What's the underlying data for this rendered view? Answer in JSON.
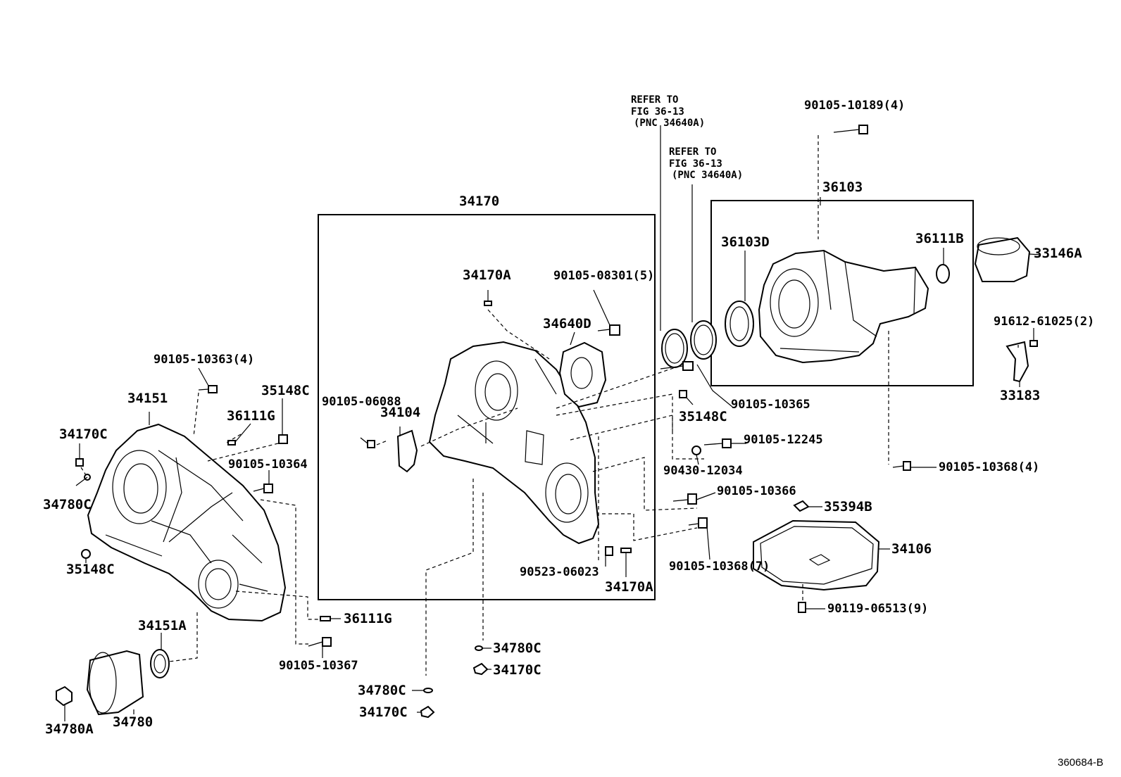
{
  "diagram": {
    "figure_code": "360684-B",
    "refer_note": {
      "line1": "REFER TO",
      "line2": "FIG 36-13",
      "line3": "(PNC 34640A)"
    },
    "labels": {
      "p34170": "34170",
      "p34170A_top": "34170A",
      "p90105_08301": "90105-08301(5)",
      "p34640D": "34640D",
      "p90105_06088": "90105-06088",
      "p34104": "34104",
      "p90523_06023": "90523-06023",
      "p34170A_bot": "34170A",
      "p36103": "36103",
      "p36103D": "36103D",
      "p36111B": "36111B",
      "p33146A": "33146A",
      "p90105_10189": "90105-10189(4)",
      "p91612_61025": "91612-61025(2)",
      "p33183": "33183",
      "p90105_10365": "90105-10365",
      "p35148C_mid": "35148C",
      "p90105_12245": "90105-12245",
      "p90430_12034": "90430-12034",
      "p90105_10368_4": "90105-10368(4)",
      "p90105_10366": "90105-10366",
      "p35394B": "35394B",
      "p34106": "34106",
      "p90105_10368_7": "90105-10368(7)",
      "p90119_06513": "90119-06513(9)",
      "p90105_10363": "90105-10363(4)",
      "p34151": "34151",
      "p35148C_top": "35148C",
      "p36111G_top": "36111G",
      "p34170C_left": "34170C",
      "p90105_10364": "90105-10364",
      "p34780C_left": "34780C",
      "p35148C_left": "35148C",
      "p36111G_bot": "36111G",
      "p90105_10367": "90105-10367",
      "p34151A": "34151A",
      "p34780A": "34780A",
      "p34780": "34780",
      "p34780C_mid": "34780C",
      "p34170C_mid": "34170C",
      "p34780C_bot": "34780C",
      "p34170C_bot": "34170C"
    }
  }
}
